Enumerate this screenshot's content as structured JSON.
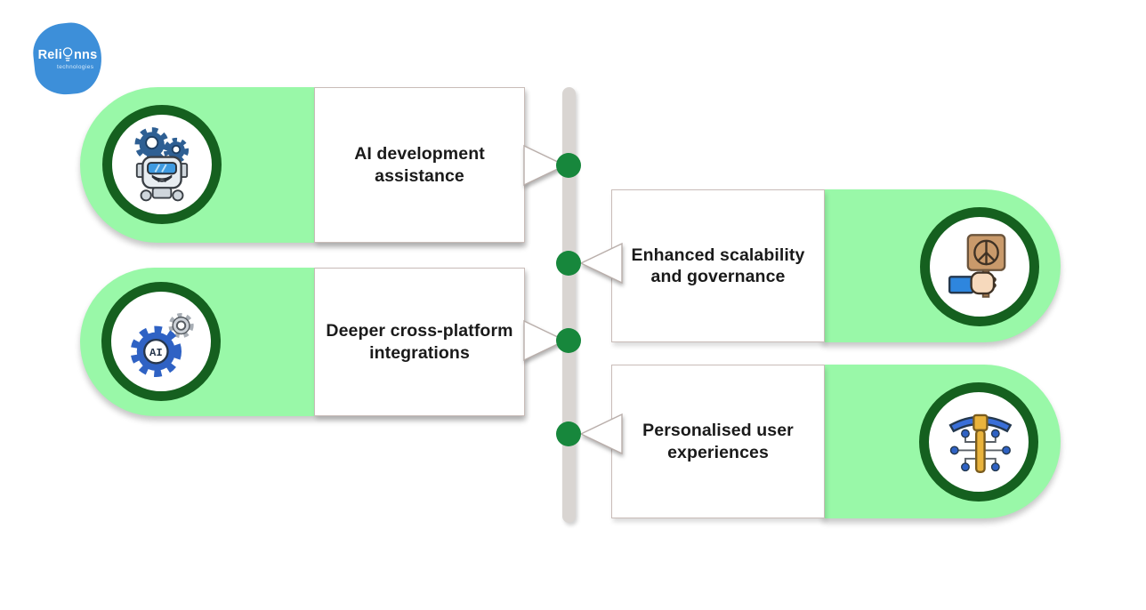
{
  "logo": {
    "brand": "Relinns",
    "brand_prefix": "Reli",
    "brand_suffix": "nns",
    "tagline": "technologies",
    "color": "#3D8FD9"
  },
  "colors": {
    "pill_green": "#99F8A8",
    "ring_dark_green": "#15601F",
    "dot_green": "#17873C",
    "timeline_gray": "#D9D5D2",
    "card_border": "#C9BCB8",
    "text": "#1A1A1A",
    "logo_blue": "#3D8FD9",
    "background": "#FFFFFF"
  },
  "diagram": {
    "type": "vertical-timeline-infographic",
    "items": [
      {
        "label": "AI development assistance",
        "side": "left",
        "icon": "ai-robot-icon"
      },
      {
        "label": "Enhanced scalability and governance",
        "side": "right",
        "icon": "peace-placard-icon"
      },
      {
        "label": "Deeper cross-platform integrations",
        "side": "left",
        "icon": "ai-gear-icon"
      },
      {
        "label": "Personalised user experiences",
        "side": "right",
        "icon": "data-mining-circuit-icon"
      }
    ]
  }
}
